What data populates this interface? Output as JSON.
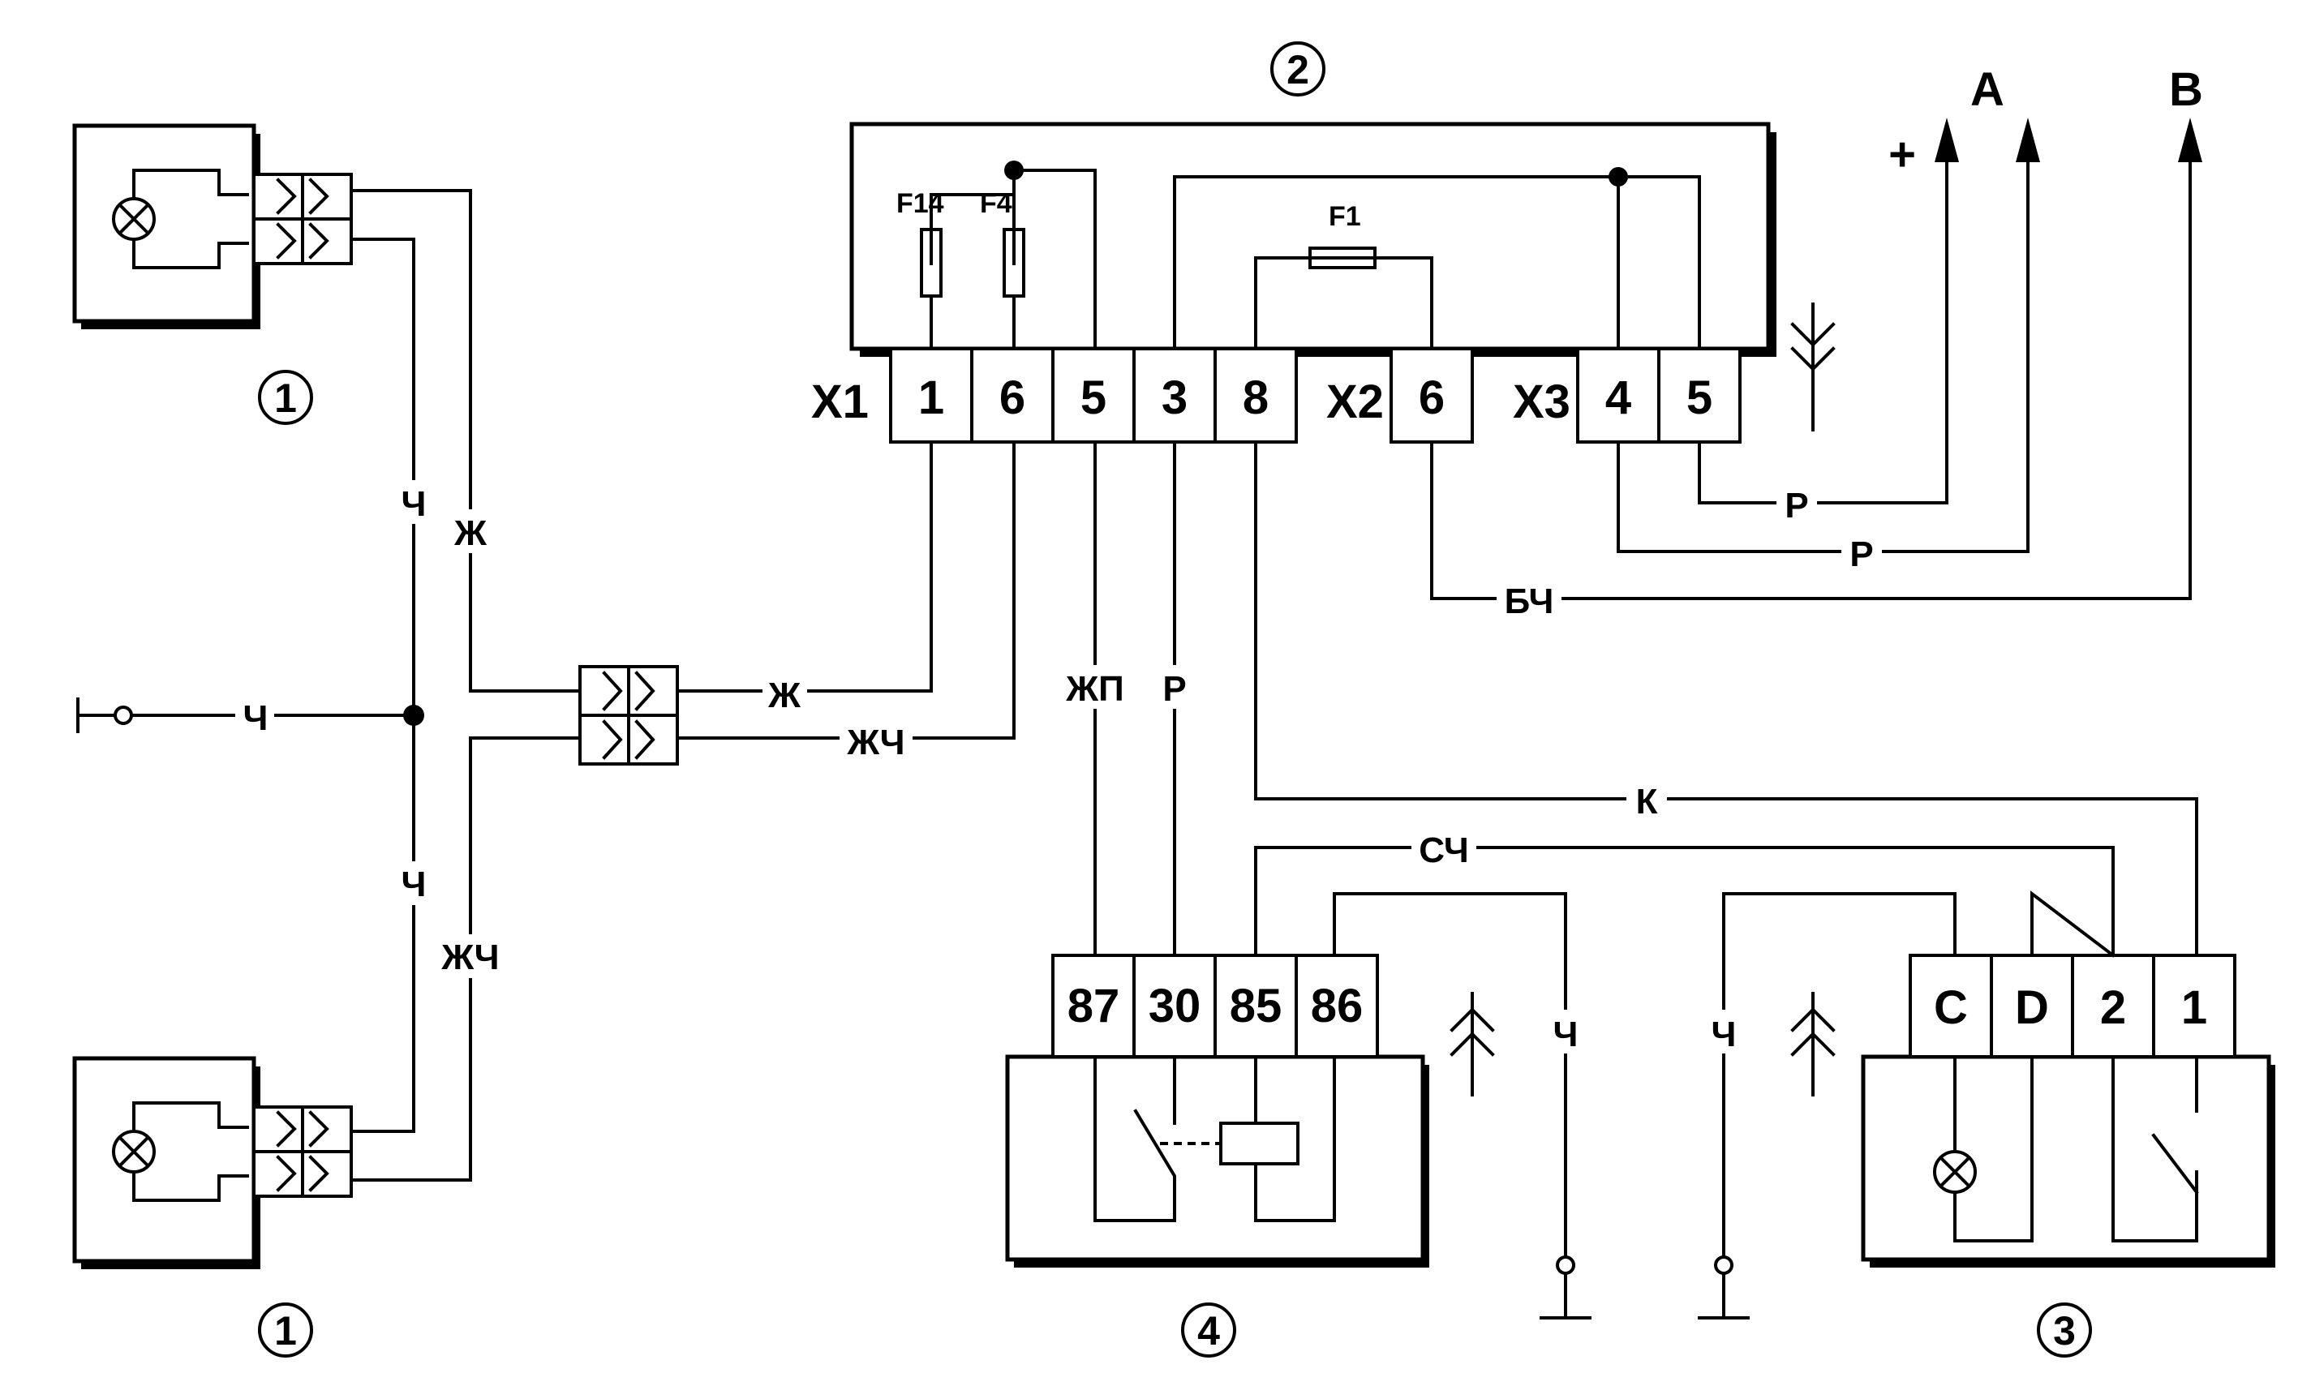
{
  "component_numbers": {
    "lamp_top": "1",
    "lamp_bottom": "1",
    "mount_block": "2",
    "switch": "3",
    "relay": "4"
  },
  "mount_block": {
    "fuses": {
      "f14": "F14",
      "f4": "F4",
      "f1": "F1"
    },
    "connectors": {
      "x1": "X1",
      "x2": "X2",
      "x3": "X3"
    },
    "x1_pins": [
      "1",
      "6",
      "5",
      "3",
      "8"
    ],
    "x2_pins": [
      "6"
    ],
    "x3_pins": [
      "4",
      "5"
    ]
  },
  "relay_pins": [
    "87",
    "30",
    "85",
    "86"
  ],
  "switch_pins": [
    "C",
    "D",
    "2",
    "1"
  ],
  "outputs": {
    "plus": "+",
    "a": "A",
    "b": "B"
  },
  "wire_labels": {
    "left_top_black": "Ч",
    "left_top_yellow": "Ж",
    "ground_black": "Ч",
    "left_bottom_black": "Ч",
    "left_bottom_yellowblack": "ЖЧ",
    "to_x1_1": "Ж",
    "to_x1_6": "ЖЧ",
    "x1_5": "ЖП",
    "x1_3": "Р",
    "x3_5": "Р",
    "x3_4": "Р",
    "x2_6": "БЧ",
    "x1_8": "К",
    "relay_85": "СЧ",
    "relay_86_ground": "Ч",
    "switch_c_ground": "Ч"
  }
}
